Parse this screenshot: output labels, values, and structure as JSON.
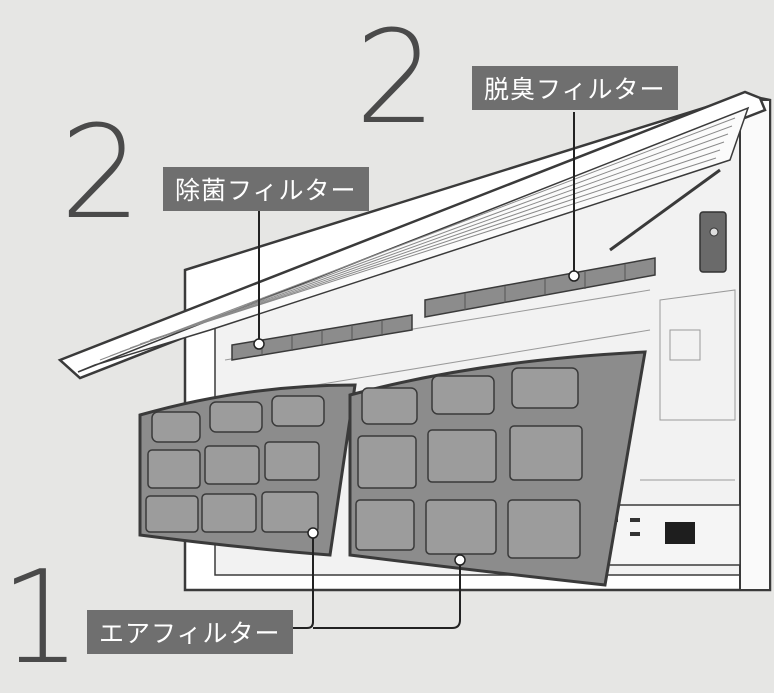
{
  "steps": {
    "step_air": "1",
    "step_deodorizing": "2",
    "step_sterilizing": "2"
  },
  "labels": {
    "deodorizing_filter": "脱臭フィルター",
    "sterilizing_filter": "除菌フィルター",
    "air_filter": "エアフィルター"
  },
  "colors": {
    "background": "#e6e6e4",
    "label_bg": "#6f6f6f",
    "filter_fill": "#8c8c8c",
    "outline": "#3a3a3a"
  }
}
